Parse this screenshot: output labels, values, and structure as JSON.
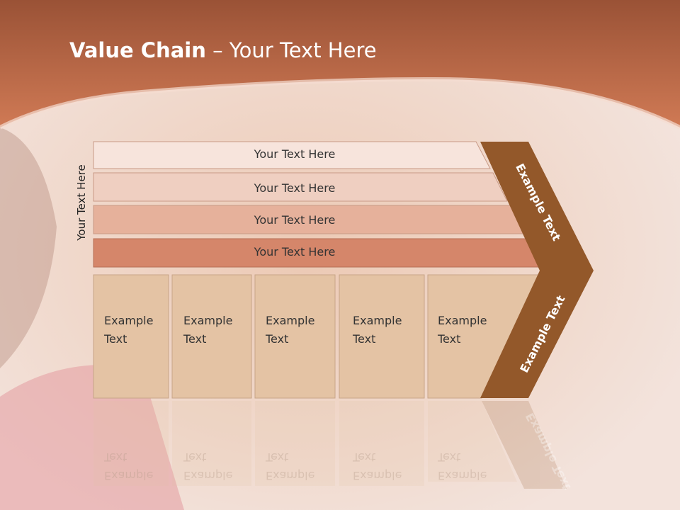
{
  "slide": {
    "title_bold": "Value Chain",
    "title_rest": " – Your Text Here",
    "side_label": "Your Text Here"
  },
  "support_bars": [
    {
      "label": "Your Text Here",
      "color": "#f7e4dc"
    },
    {
      "label": "Your Text Here",
      "color": "#efcfc1"
    },
    {
      "label": "Your Text Here",
      "color": "#e6b19b"
    },
    {
      "label": "Your Text Here",
      "color": "#d5866a"
    }
  ],
  "primary_boxes": [
    {
      "line1": "Example",
      "line2": "Text"
    },
    {
      "line1": "Example",
      "line2": "Text"
    },
    {
      "line1": "Example",
      "line2": "Text"
    },
    {
      "line1": "Example",
      "line2": "Text"
    },
    {
      "line1": "Example",
      "line2": "Text"
    }
  ],
  "arrow": {
    "upper_text": "Example Text",
    "lower_text": "Example Text",
    "color": "#93582a"
  },
  "colors": {
    "header": "#c86f4b",
    "box_fill": "#e4c3a4"
  }
}
